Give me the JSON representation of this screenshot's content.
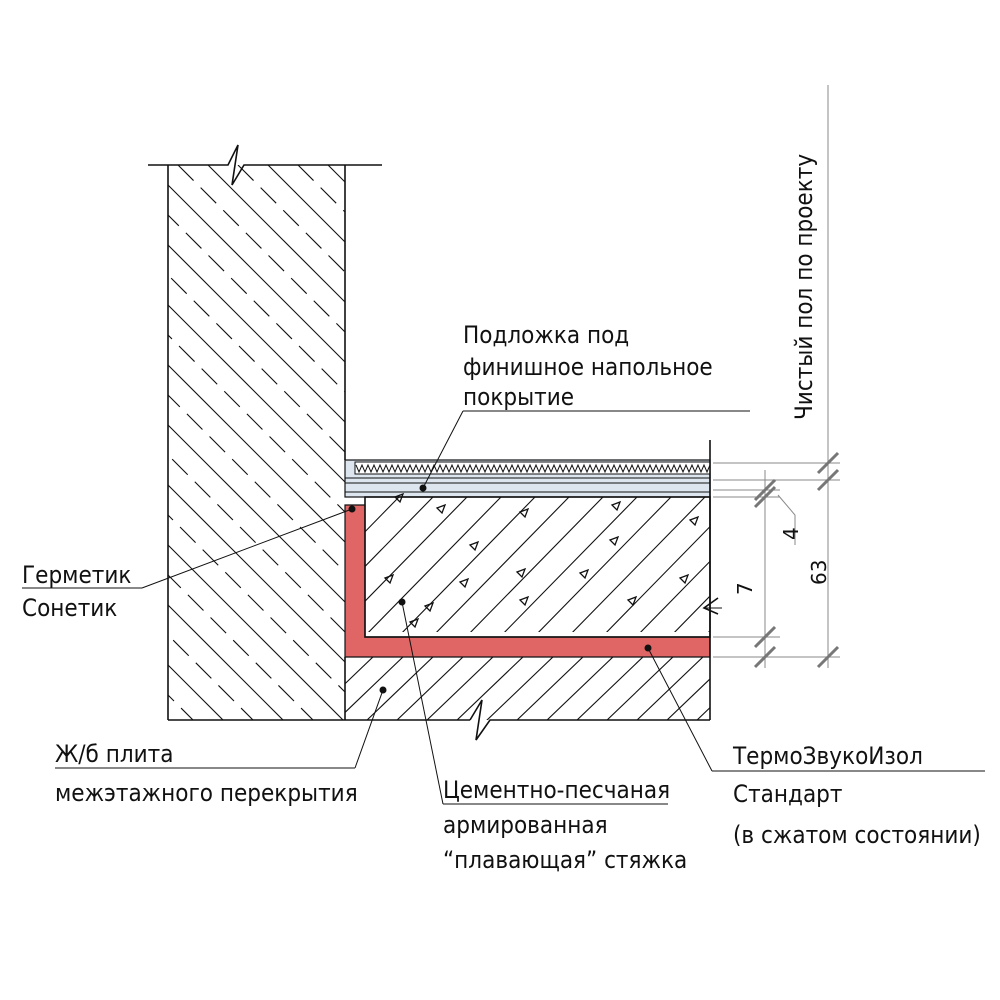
{
  "labels": {
    "underlay_line1": "Подложка под",
    "underlay_line2": "финишное напольное",
    "underlay_line3": "покрытие",
    "clean_floor": "Чистый пол по проекту",
    "sealant_line1": "Герметик",
    "sealant_line2": "Сонетик",
    "slab_line1": "Ж/б плита",
    "slab_line2": "межэтажного перекрытия",
    "screed_line1": "Цементно-песчаная",
    "screed_line2": "армированная",
    "screed_line3": "“плавающая” стяжка",
    "insulation_line1": "ТермоЗвукоИзол",
    "insulation_line2": "Стандарт",
    "insulation_line3": "(в сжатом состоянии)"
  },
  "dimensions": {
    "underlay_mm": "4",
    "screed_mm": "7",
    "total_mm": "63"
  },
  "colors": {
    "insulation": "#e06666",
    "finish": "#dde6ee"
  }
}
